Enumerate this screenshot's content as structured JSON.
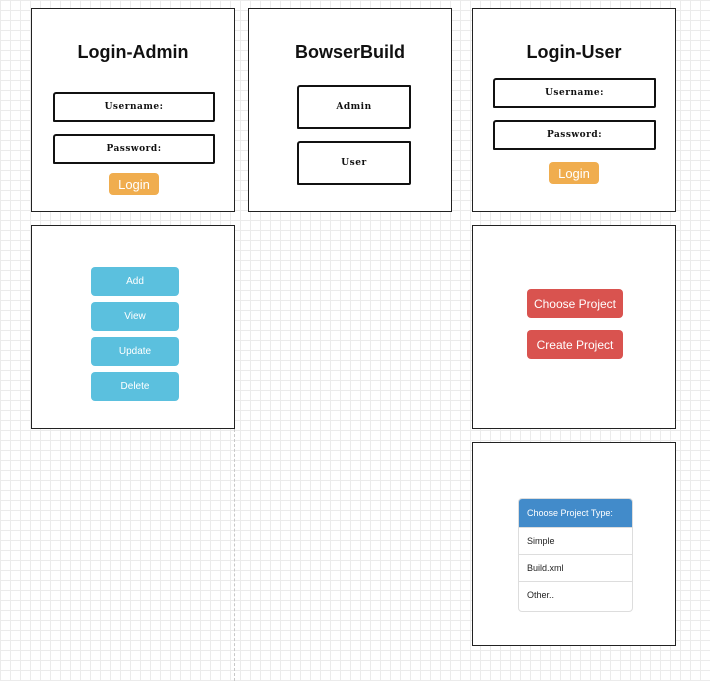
{
  "colors": {
    "login": "#f0ad4e",
    "action": "#5bc0de",
    "project": "#d9534f",
    "list_header": "#428bca"
  },
  "login_admin": {
    "title": "Login-Admin",
    "username_label": "Username:",
    "password_label": "Password:",
    "login_button": "Login"
  },
  "bowser_build": {
    "title": "BowserBuild",
    "admin_button": "Admin",
    "user_button": "User"
  },
  "login_user": {
    "title": "Login-User",
    "username_label": "Username:",
    "password_label": "Password:",
    "login_button": "Login"
  },
  "admin_actions": {
    "add": "Add",
    "view": "View",
    "update": "Update",
    "delete": "Delete"
  },
  "user_actions": {
    "choose_project": "Choose Project",
    "create_project": "Create Project"
  },
  "project_type_list": {
    "header": "Choose Project Type:",
    "items": [
      "Simple",
      "Build.xml",
      "Other.."
    ]
  }
}
